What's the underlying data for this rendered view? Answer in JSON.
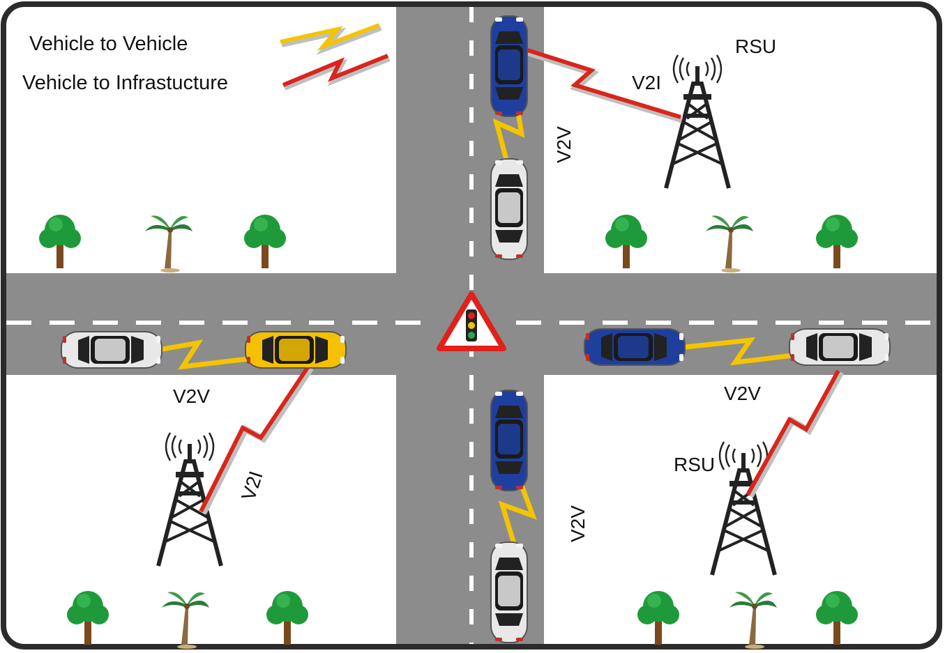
{
  "legend": {
    "v2v_label": "Vehicle to Vehicle",
    "v2i_label": "Vehicle to Infrastucture"
  },
  "labels": {
    "rsu_top_right": "RSU",
    "v2i_top": "V2I",
    "v2v_vertical_top": "V2V",
    "v2v_left": "V2V",
    "v2i_left": "V2I",
    "v2v_right": "V2V",
    "rsu_bottom_right": "RSU",
    "v2v_vertical_bottom": "V2V"
  },
  "colors": {
    "frame": "#2b2b2b",
    "road": "#8c8c8c",
    "lane_marking": "#ffffff",
    "v2v_link": "#f5c400",
    "v2i_link": "#d8261b",
    "tree": "#1f9a3a",
    "trunk": "#7a4a1e",
    "tower": "#222222",
    "car_blue": "#1f3f9e",
    "car_white": "#e8e8e8",
    "car_yellow": "#f5c000",
    "sign_border": "#e0201a"
  },
  "icons": [
    "traffic-light-warning-sign-icon",
    "cell-tower-icon",
    "tree-icon",
    "palm-tree-icon",
    "car-icon",
    "lightning-link-icon"
  ]
}
